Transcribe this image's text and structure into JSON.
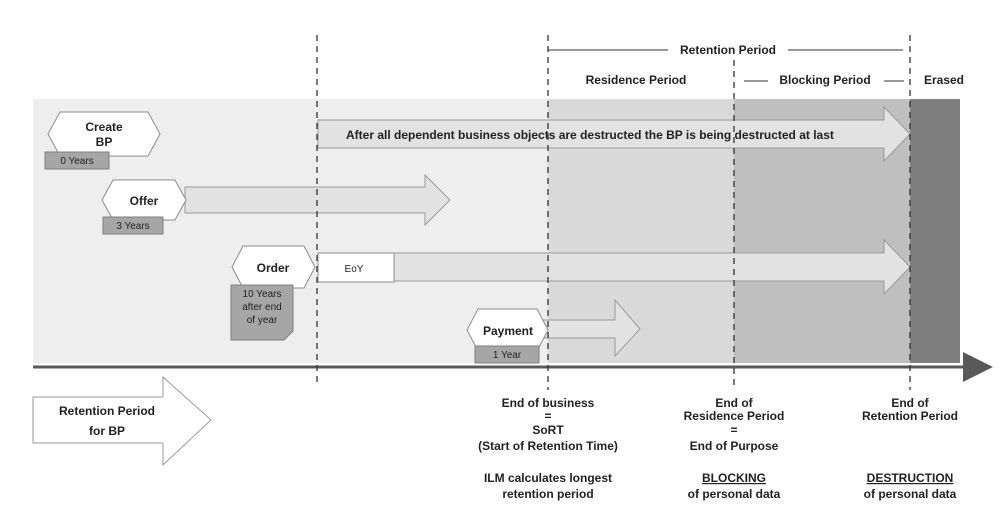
{
  "header": {
    "retention_period": "Retention Period",
    "residence_period": "Residence Period",
    "blocking_period": "Blocking Period",
    "erased": "Erased"
  },
  "objects": {
    "create_bp": {
      "line1": "Create",
      "line2": "BP",
      "duration": "0 Years"
    },
    "offer": {
      "label": "Offer",
      "duration": "3 Years"
    },
    "order": {
      "label": "Order",
      "duration_line1": "10 Years",
      "duration_line2": "after end",
      "duration_line3": "of year",
      "eoy": "EoY"
    },
    "payment": {
      "label": "Payment",
      "duration": "1 Year"
    }
  },
  "bp_arrow_text": "After all dependent business objects are destructed the BP is being destructed at last",
  "retention_period_bp": {
    "line1": "Retention Period",
    "line2": "for BP"
  },
  "milestones": {
    "end_of_business": {
      "line1": "End of business",
      "line2": "=",
      "line3": "SoRT",
      "line4": "(Start of Retention Time)",
      "note1": "ILM calculates longest",
      "note2": "retention period"
    },
    "end_of_residence": {
      "line1": "End of",
      "line2": "Residence Period",
      "line3": "=",
      "line4": "End of Purpose",
      "note1": "BLOCKING",
      "note2": "of personal data"
    },
    "end_of_retention": {
      "line1": "End of",
      "line2": "Retention Period",
      "note1": "DESTRUCTION",
      "note2": "of personal data"
    }
  },
  "colors": {
    "band": "#eeeeee",
    "residence": "#d9d9d9",
    "blocking": "#bfbfbf",
    "erased": "#7f7f7f",
    "timeline": "#595959",
    "arrow_fill": "#e2e2e2",
    "arrow_stroke": "#9a9a9a",
    "duration_tag": "#a6a6a6"
  }
}
